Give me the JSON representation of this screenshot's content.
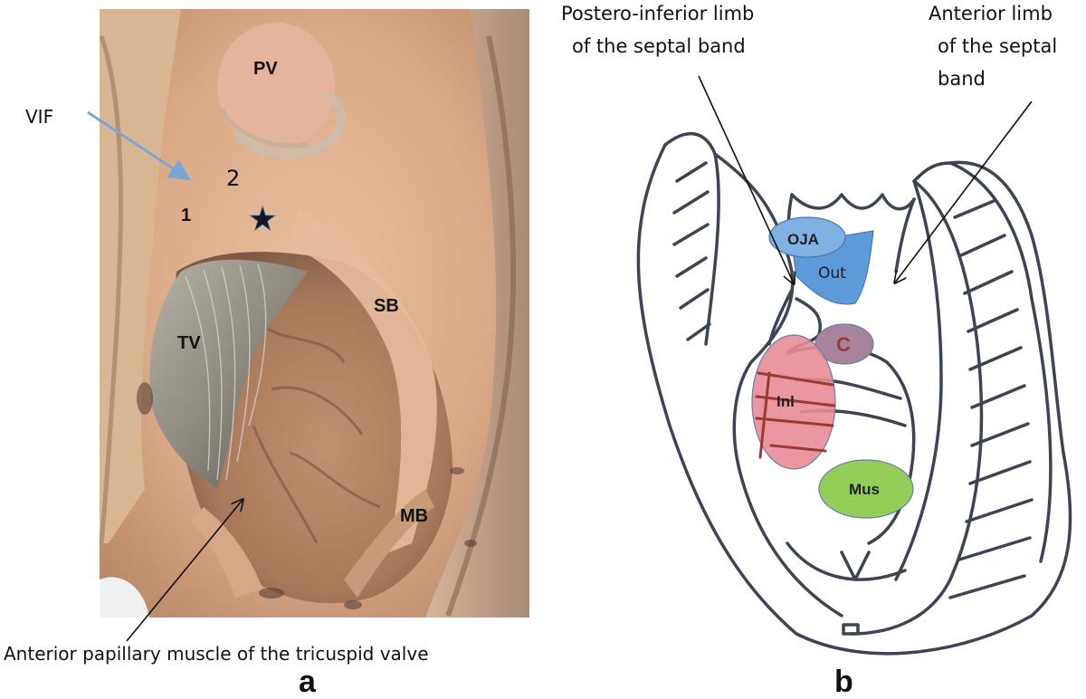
{
  "panel_a": {
    "panel_letter": "a",
    "labels": {
      "pv": "PV",
      "vif": "VIF",
      "one": "1",
      "two": "2",
      "star": "★",
      "tv": "TV",
      "sb": "SB",
      "mb": "MB"
    },
    "caption": "Anterior papillary muscle of the tricuspid valve",
    "colors": {
      "vif_arrow": "#7aa6d6",
      "tissue": "#e2b394"
    }
  },
  "panel_b": {
    "panel_letter": "b",
    "top_left_label": [
      "Postero-inferior limb",
      "of the septal band"
    ],
    "top_right_label": [
      "Anterior limb",
      "of the septal",
      "band"
    ],
    "regions": {
      "oja": "OJA",
      "out": "Out",
      "c": "C",
      "inl": "Inl",
      "mus": "Mus"
    },
    "colors": {
      "outline": "#3d4452",
      "oja_fill": "#7fb2e3",
      "out_fill": "#5d9ad9",
      "c_fill": "#a7849b",
      "inl_fill": "#e88c98",
      "mus_fill": "#93cf58",
      "trabecula": "#9a3b33"
    }
  }
}
